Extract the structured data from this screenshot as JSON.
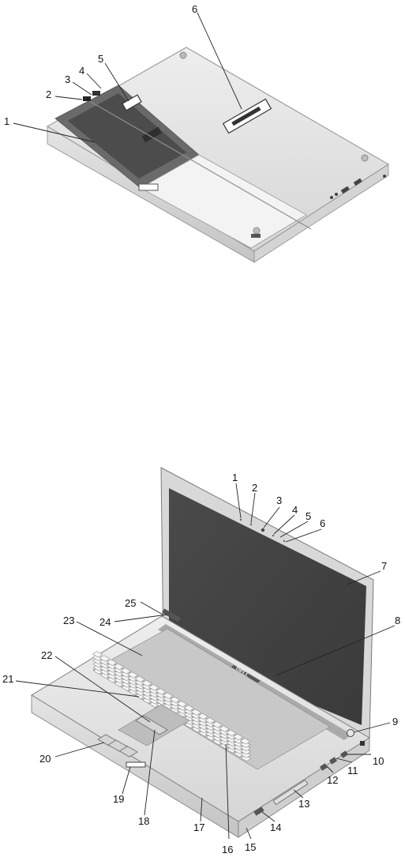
{
  "figure": {
    "bottom_view": {
      "callouts": [
        "1",
        "2",
        "3",
        "4",
        "5",
        "6"
      ]
    },
    "front_view": {
      "callouts": [
        "1",
        "2",
        "3",
        "4",
        "5",
        "6",
        "7",
        "8",
        "9",
        "10",
        "11",
        "12",
        "13",
        "14",
        "15",
        "16",
        "17",
        "18",
        "19",
        "20",
        "21",
        "22",
        "23",
        "24",
        "25"
      ],
      "logo_text": "DELL"
    }
  }
}
